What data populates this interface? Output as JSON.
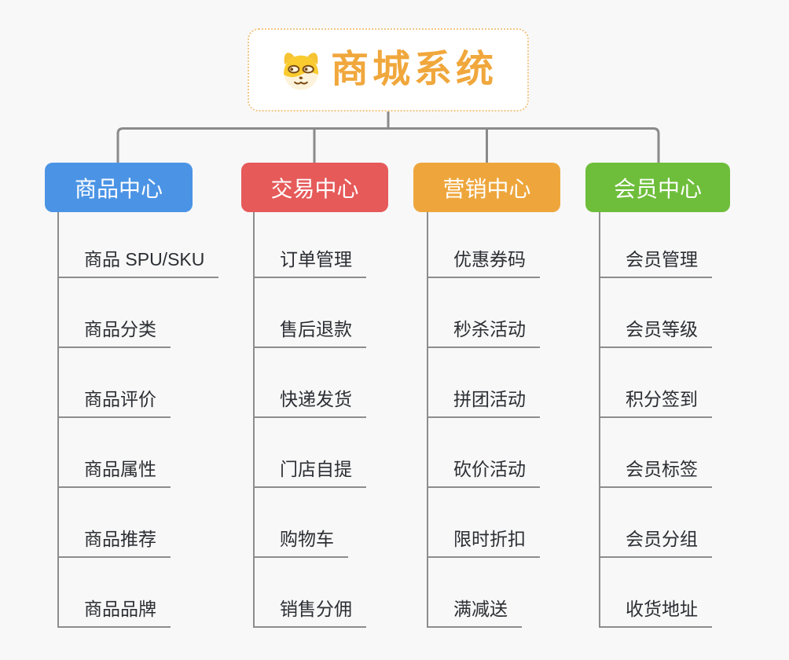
{
  "canvas": {
    "background": "#f8f8f8",
    "connector_color": "#8a8a8a"
  },
  "root": {
    "title": "商城系统",
    "icon": "dog-face-icon",
    "title_color": "#F0A73C",
    "border_color": "#F2C585"
  },
  "branches": [
    {
      "id": "product-center",
      "label": "商品中心",
      "color": "#4B94E5",
      "children": [
        "商品 SPU/SKU",
        "商品分类",
        "商品评价",
        "商品属性",
        "商品推荐",
        "商品品牌"
      ]
    },
    {
      "id": "trade-center",
      "label": "交易中心",
      "color": "#E65A5A",
      "children": [
        "订单管理",
        "售后退款",
        "快递发货",
        "门店自提",
        "购物车",
        "销售分佣"
      ]
    },
    {
      "id": "marketing-center",
      "label": "营销中心",
      "color": "#EEA63C",
      "children": [
        "优惠券码",
        "秒杀活动",
        "拼团活动",
        "砍价活动",
        "限时折扣",
        "满减送"
      ]
    },
    {
      "id": "member-center",
      "label": "会员中心",
      "color": "#6EBE3B",
      "children": [
        "会员管理",
        "会员等级",
        "积分签到",
        "会员标签",
        "会员分组",
        "收货地址"
      ]
    }
  ]
}
